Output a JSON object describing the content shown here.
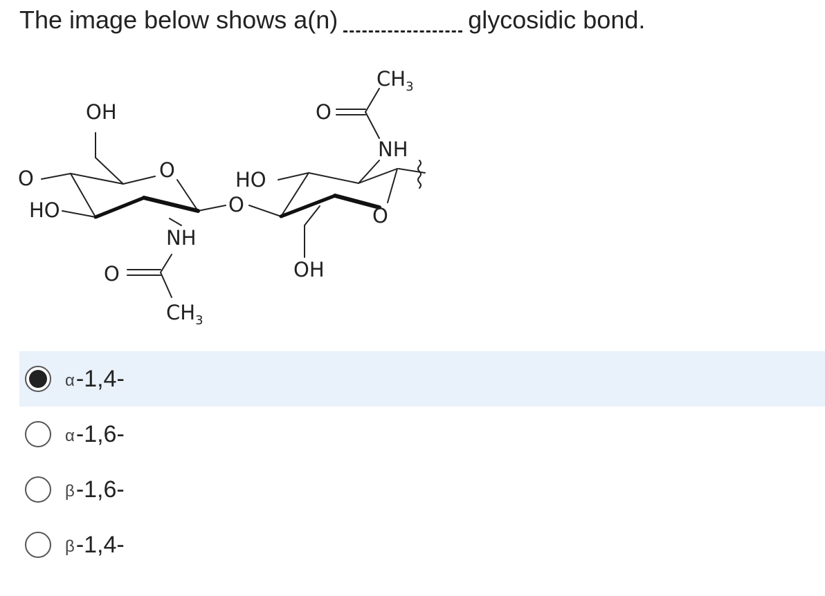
{
  "question": {
    "text_before": "The image below shows a(n)",
    "text_after": "glycosidic bond."
  },
  "molecule": {
    "labels": {
      "oh_top_left": "OH",
      "o_left": "O",
      "ho_left": "HO",
      "ring_o_left": "O",
      "nh_left": "NH",
      "carbonyl_o_left": "O",
      "ch3_left": "CH",
      "ch3_left_sub": "3",
      "ho_middle": "HO",
      "bridge_o": "O",
      "oh_bottom_right": "OH",
      "carbonyl_o_right": "O",
      "ch3_right": "CH",
      "ch3_right_sub": "3",
      "nh_right": "NH",
      "ring_o_right": "O"
    }
  },
  "options": [
    {
      "greek": "α",
      "label": "-1,4-",
      "selected": true
    },
    {
      "greek": "α",
      "label": "-1,6-",
      "selected": false
    },
    {
      "greek": "β",
      "label": "-1,6-",
      "selected": false
    },
    {
      "greek": "β",
      "label": "-1,4-",
      "selected": false
    }
  ]
}
